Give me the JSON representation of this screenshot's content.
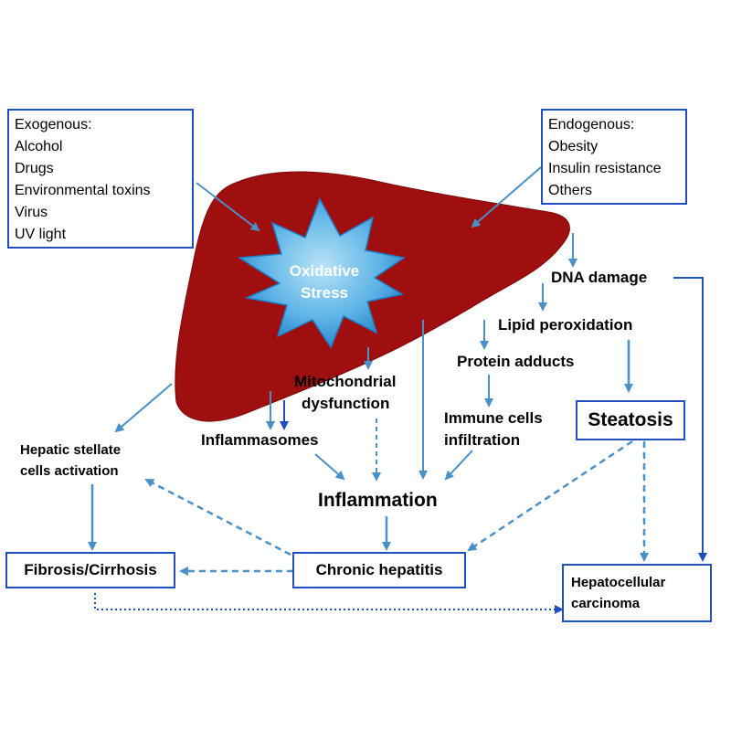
{
  "exogenous": {
    "title": "Exogenous:",
    "items": [
      "Alcohol",
      "Drugs",
      "Environmental toxins",
      "Virus",
      "UV light"
    ]
  },
  "endogenous": {
    "title": "Endogenous:",
    "items": [
      "Obesity",
      "Insulin resistance",
      "Others"
    ]
  },
  "oxidative_stress": {
    "line1": "Oxidative",
    "line2": "Stress"
  },
  "nodes": {
    "dna_damage": "DNA damage",
    "lipid_peroxidation": "Lipid peroxidation",
    "protein_adducts": "Protein adducts",
    "mitochondrial_1": "Mitochondrial",
    "mitochondrial_2": "dysfunction",
    "immune_1": "Immune cells",
    "immune_2": "infiltration",
    "steatosis": "Steatosis",
    "inflammasomes": "Inflammasomes",
    "hsc_1": "Hepatic stellate",
    "hsc_2": "cells activation",
    "inflammation": "Inflammation",
    "fibrosis": "Fibrosis/Cirrhosis",
    "chronic_hepatitis": "Chronic hepatitis",
    "hcc_1": "Hepatocellular",
    "hcc_2": "carcinoma"
  },
  "colors": {
    "liver": "#a00f0f",
    "box_border": "#1f4fbf",
    "arrow": "#4a90c8",
    "star_light": "#b9e4f7",
    "star_dark": "#1d7fc8"
  }
}
